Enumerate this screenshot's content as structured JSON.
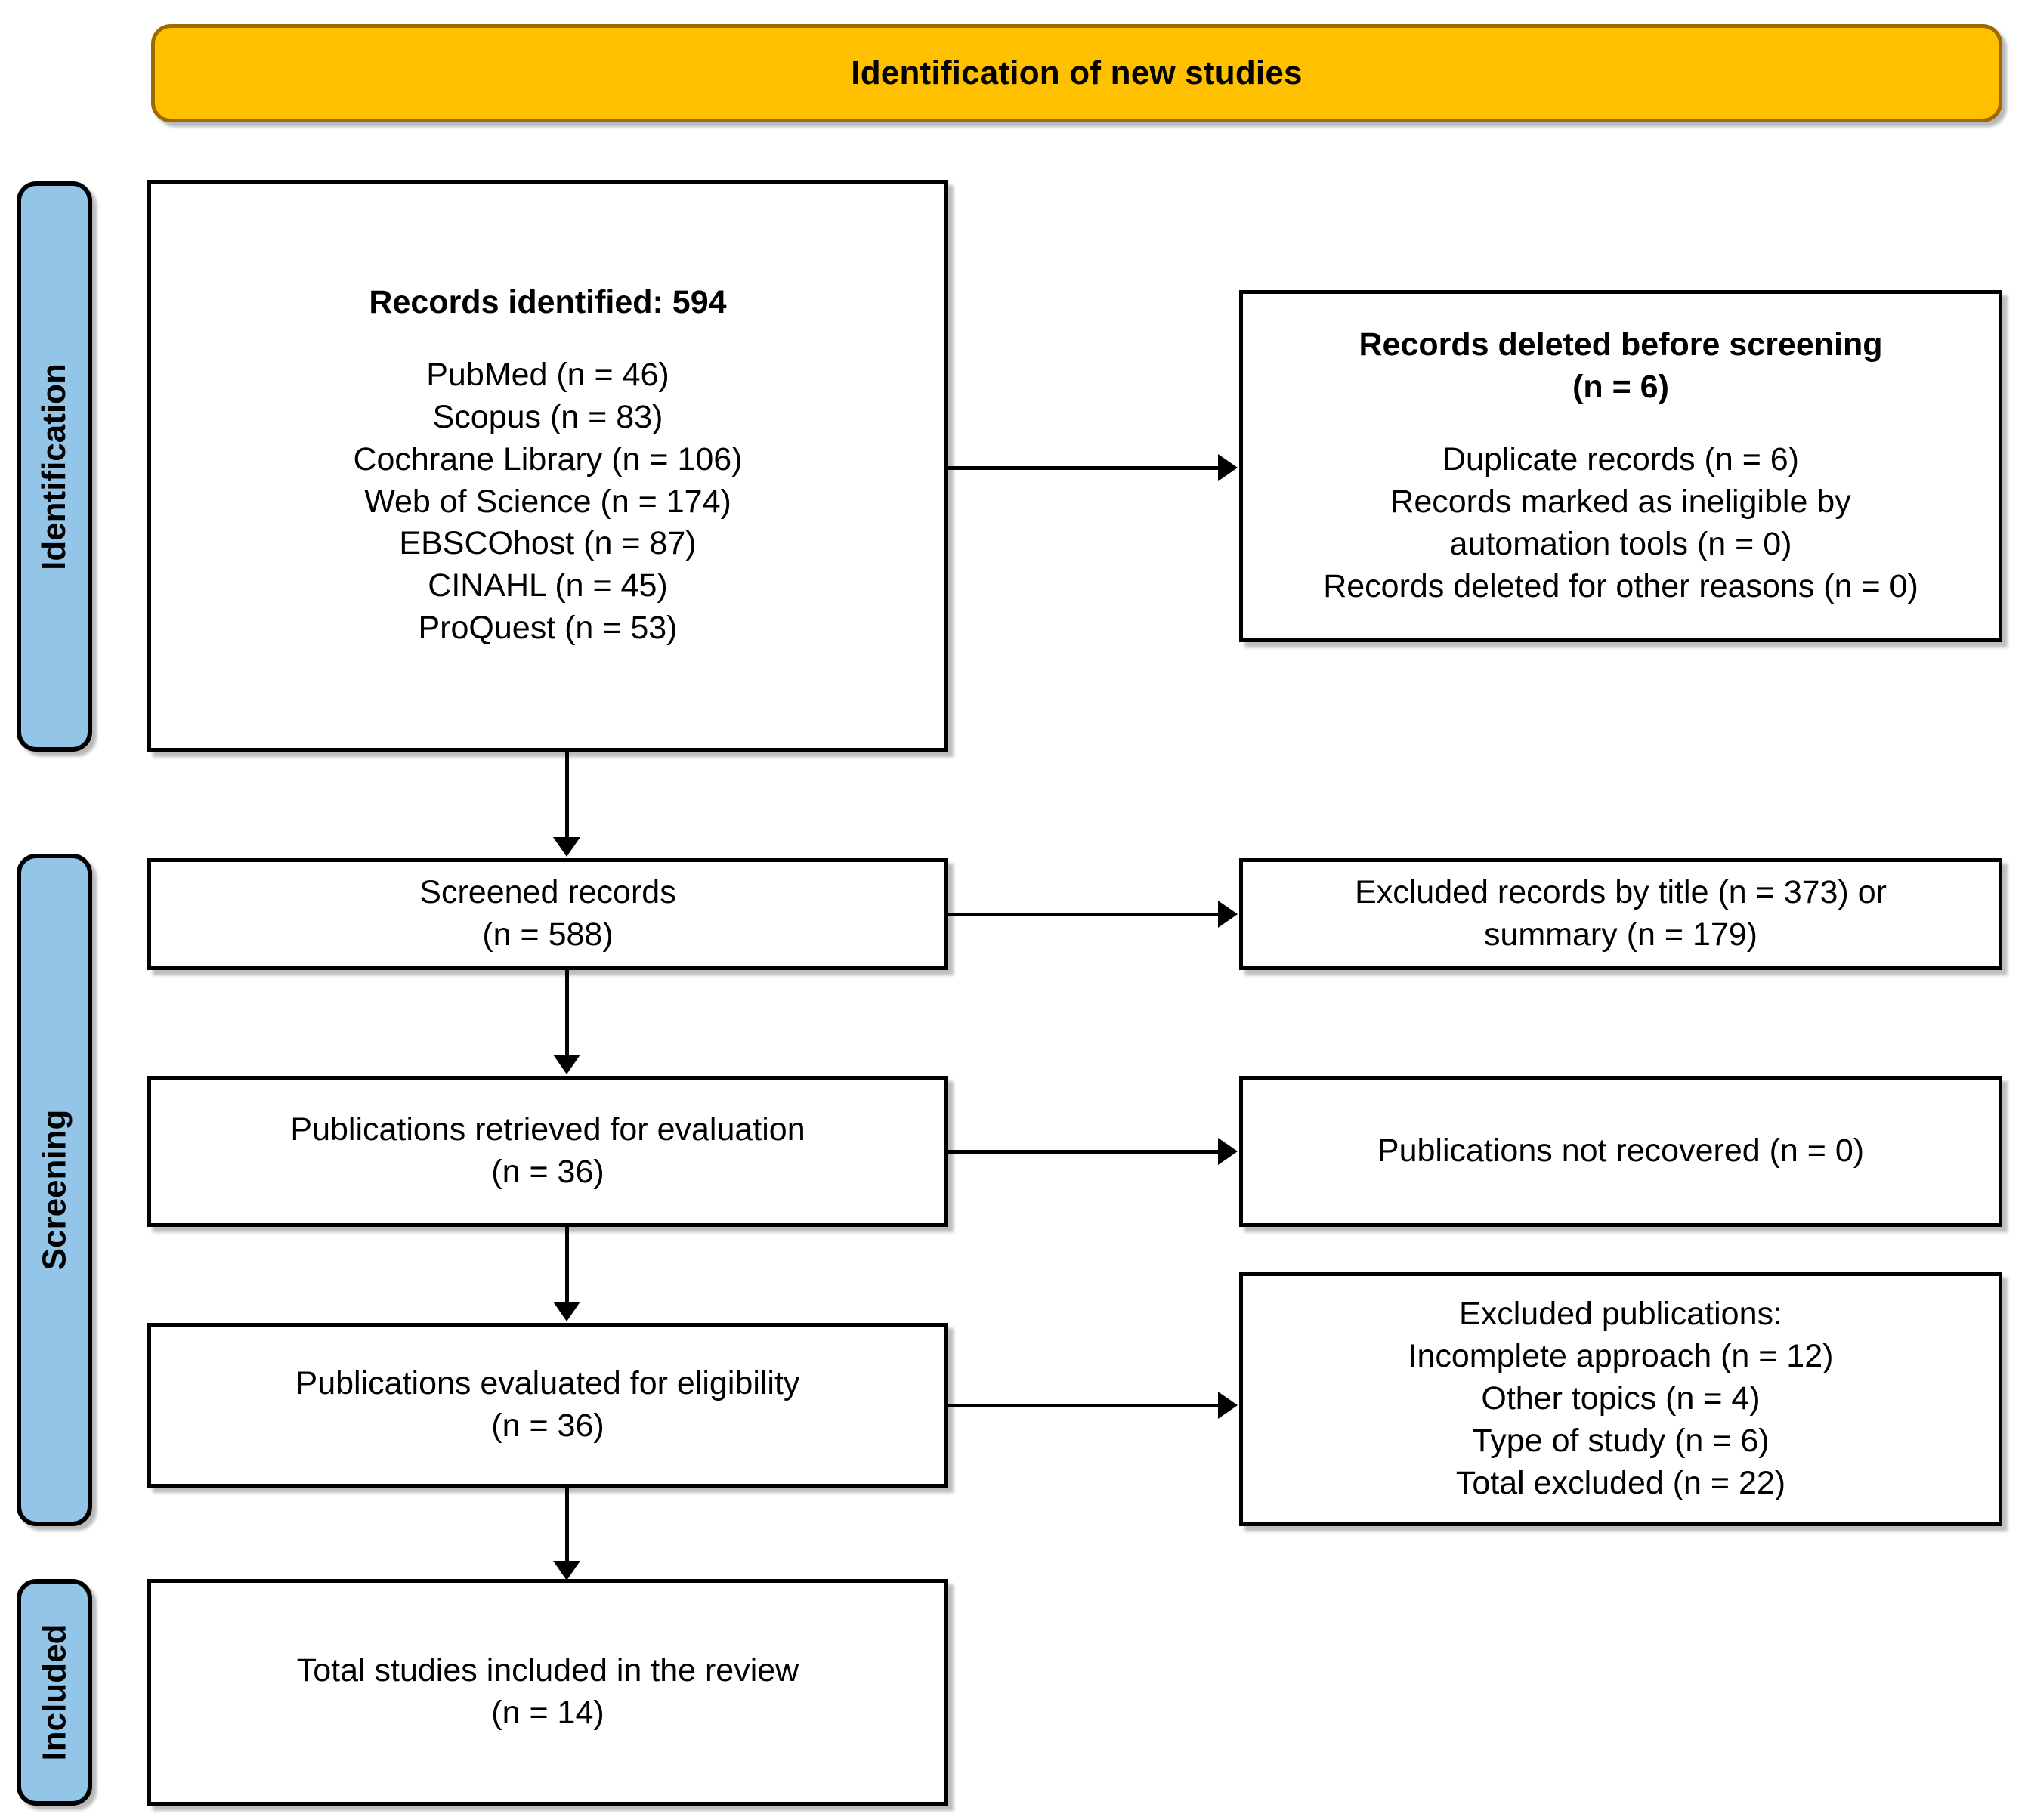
{
  "banner": {
    "title": "Identification of new studies"
  },
  "stages": [
    {
      "id": "identification",
      "label": "Identification"
    },
    {
      "id": "screening",
      "label": "Screening"
    },
    {
      "id": "included",
      "label": "Included"
    }
  ],
  "boxes": {
    "records_identified": {
      "heading": "Records identified: 594",
      "sources": [
        "PubMed (n = 46)",
        "Scopus (n = 83)",
        "Cochrane Library (n = 106)",
        "Web of Science (n = 174)",
        "EBSCOhost (n = 87)",
        "CINAHL (n = 45)",
        "ProQuest (n = 53)"
      ]
    },
    "records_deleted": {
      "heading_line1": "Records deleted before screening",
      "heading_line2": "(n = 6)",
      "reasons": [
        "Duplicate records (n = 6)",
        "Records marked as ineligible by",
        "automation tools (n = 0)",
        "Records deleted for other reasons (n = 0)"
      ]
    },
    "screened_records": {
      "line1": "Screened records",
      "line2": "(n = 588)"
    },
    "excluded_records": {
      "line1": "Excluded records by title (n = 373) or",
      "line2": "summary (n = 179)"
    },
    "publications_retrieved": {
      "line1": "Publications retrieved for evaluation",
      "line2": "(n = 36)"
    },
    "publications_not_recovered": {
      "line1": "Publications not recovered (n = 0)"
    },
    "publications_evaluated": {
      "line1": "Publications evaluated for eligibility",
      "line2": "(n = 36)"
    },
    "excluded_publications": {
      "heading": "Excluded publications:",
      "reasons": [
        "Incomplete approach (n = 12)",
        "Other topics (n = 4)",
        "Type of study (n = 6)",
        "Total excluded (n = 22)"
      ]
    },
    "total_included": {
      "line1": "Total studies included in the review",
      "line2": "(n = 14)"
    }
  },
  "colors": {
    "banner_fill": "#FFC000",
    "banner_border": "#9C6A00",
    "stage_fill": "#92C5E8",
    "stage_border": "#000000",
    "box_border": "#000000",
    "box_fill": "#FFFFFF"
  },
  "chart_data": {
    "type": "diagram",
    "title": "PRISMA 2020 flow diagram for new systematic reviews",
    "stages": [
      "Identification",
      "Screening",
      "Included"
    ],
    "nodes": [
      {
        "id": "records_identified",
        "stage": "Identification",
        "total": 594,
        "breakdown": {
          "PubMed": 46,
          "Scopus": 83,
          "Cochrane Library": 106,
          "Web of Science": 174,
          "EBSCOhost": 87,
          "CINAHL": 45,
          "ProQuest": 53
        }
      },
      {
        "id": "records_deleted",
        "stage": "Identification",
        "total": 6,
        "breakdown": {
          "Duplicate records": 6,
          "Records marked as ineligible by automation tools": 0,
          "Records deleted for other reasons": 0
        }
      },
      {
        "id": "screened_records",
        "stage": "Screening",
        "total": 588
      },
      {
        "id": "excluded_records",
        "stage": "Screening",
        "breakdown": {
          "Excluded by title": 373,
          "Excluded by summary": 179
        }
      },
      {
        "id": "publications_retrieved",
        "stage": "Screening",
        "total": 36
      },
      {
        "id": "publications_not_recovered",
        "stage": "Screening",
        "total": 0
      },
      {
        "id": "publications_evaluated",
        "stage": "Screening",
        "total": 36
      },
      {
        "id": "excluded_publications",
        "stage": "Screening",
        "total": 22,
        "breakdown": {
          "Incomplete approach": 12,
          "Other topics": 4,
          "Type of study": 6
        }
      },
      {
        "id": "total_included",
        "stage": "Included",
        "total": 14
      }
    ],
    "edges": [
      {
        "from": "records_identified",
        "to": "records_deleted",
        "direction": "right"
      },
      {
        "from": "records_identified",
        "to": "screened_records",
        "direction": "down"
      },
      {
        "from": "screened_records",
        "to": "excluded_records",
        "direction": "right"
      },
      {
        "from": "screened_records",
        "to": "publications_retrieved",
        "direction": "down"
      },
      {
        "from": "publications_retrieved",
        "to": "publications_not_recovered",
        "direction": "right"
      },
      {
        "from": "publications_retrieved",
        "to": "publications_evaluated",
        "direction": "down"
      },
      {
        "from": "publications_evaluated",
        "to": "excluded_publications",
        "direction": "right"
      },
      {
        "from": "publications_evaluated",
        "to": "total_included",
        "direction": "down"
      }
    ]
  }
}
